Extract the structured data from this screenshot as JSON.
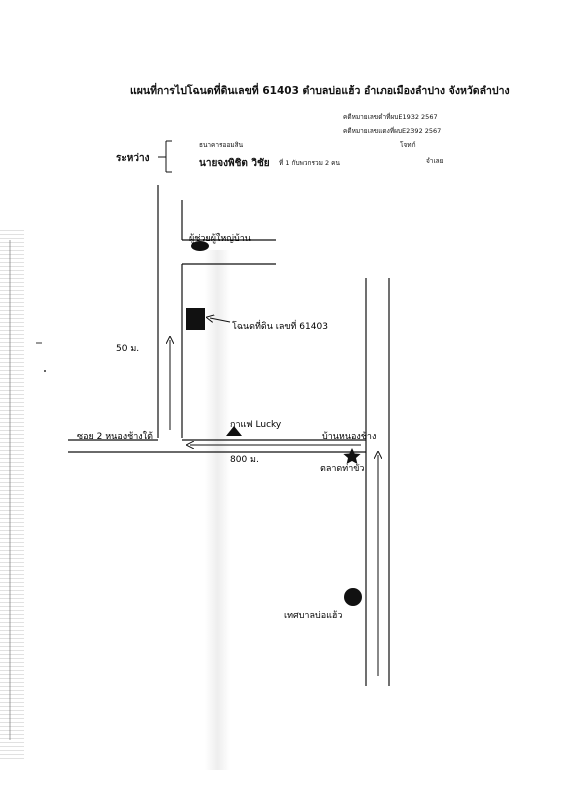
{
  "header": {
    "title": "แผนที่การไปโฉนดที่ดินเลขที่  61403  ตำบลบ่อแฮ้ว  อำเภอเมืองลำปาง    จังหวัดลำปาง",
    "case_ref_1": "คดีหมายเลขดำที่ผบE1932 2567",
    "case_ref_2": "คดีหมายเลขแดงที่ผบE2392 2567"
  },
  "parties": {
    "between_label": "ระหว่าง",
    "creditor": "ธนาคารออมสิน",
    "debtor": "นายจงพิชิต  วิชัย",
    "debtor_note": "ที่ 1 กับพวกรวม 2 คน",
    "role_plaintiff": "โจทก์",
    "role_defendant": "จำเลย"
  },
  "map": {
    "landmarks": {
      "village_assistant": "ผู้ช่วยผู้ใหญ่บ้าน",
      "land_parcel": "โฉนดที่ดิน เลขที่ 61403",
      "cafe": "กาแฟ Lucky",
      "village": "บ้านหนองช้าง",
      "market": "ตลาดท่าขัว",
      "municipality": "เทศบาลบ่อแฮ้ว",
      "soi": "ซอย 2  หนองช้างใต้"
    },
    "distances": {
      "lane": "50 ม.",
      "road": "800  ม."
    },
    "icons": {
      "village_assistant": "filled-ellipse",
      "land_parcel": "filled-rectangle",
      "cafe": "filled-triangle",
      "market": "star",
      "municipality": "filled-circle"
    }
  }
}
